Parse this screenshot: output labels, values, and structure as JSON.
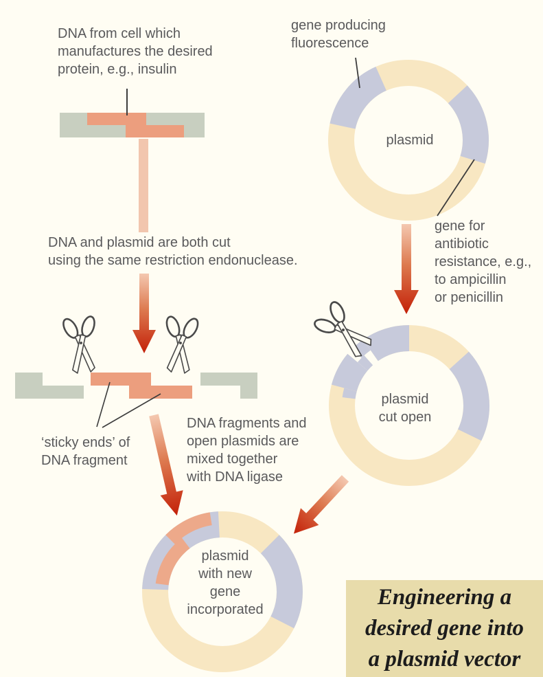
{
  "labels": {
    "dna_source": {
      "lines": [
        "DNA from cell which",
        "manufactures the desired",
        "protein, e.g., insulin"
      ]
    },
    "fluorescence": {
      "lines": [
        "gene producing",
        "fluorescence"
      ]
    },
    "plasmid1_center": "plasmid",
    "antibiotic": {
      "lines": [
        "gene for",
        "antibiotic",
        "resistance, e.g.,",
        "to ampicillin",
        "or penicillin"
      ]
    },
    "cut_caption": {
      "lines": [
        "DNA and plasmid are both cut",
        "using the same restriction endonuclease."
      ]
    },
    "sticky_ends": {
      "lines": [
        "‘sticky ends’ of",
        "DNA fragment"
      ]
    },
    "mix_caption": {
      "lines": [
        "DNA fragments and",
        "open plasmids are",
        "mixed together",
        "with DNA ligase"
      ]
    },
    "plasmid2_center": {
      "lines": [
        "plasmid",
        "cut open"
      ]
    },
    "plasmid3_center": {
      "lines": [
        "plasmid",
        "with new",
        "gene",
        "incorporated"
      ]
    }
  },
  "title_box": {
    "lines": [
      "Engineering a",
      "desired gene into",
      "a plasmid vector"
    ]
  },
  "icons": {
    "scissors": "scissors-icon",
    "arrow": "red-arrow-icon"
  },
  "colors": {
    "background": "#fffdf3",
    "label_text": "#59595b",
    "dna_gray_green": "#c8cfc0",
    "gene_salmon": "#ec9e7e",
    "gene_salmon_light": "#eda98a",
    "plasmid_cream": "#f8e7c2",
    "plasmid_lavender": "#c7cadb",
    "arrow_red": "#c32008",
    "arrow_pale": "#f4c8b0",
    "pointer_line": "#3d3d3d",
    "title_box_bg": "#e8dcab",
    "title_text": "#1c1c1c"
  }
}
